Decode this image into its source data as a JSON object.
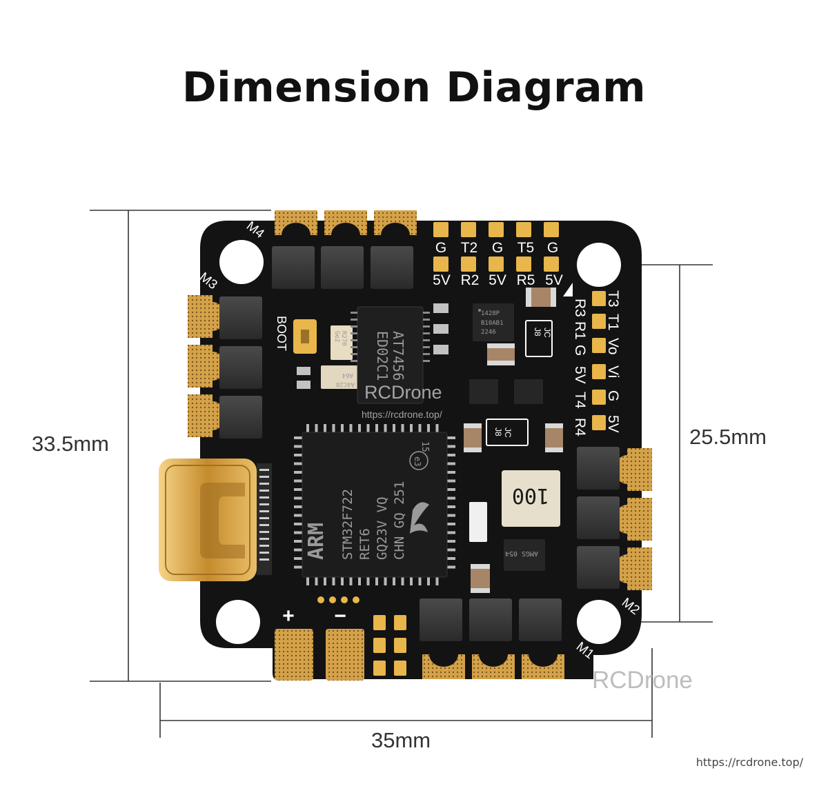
{
  "title": "Dimension Diagram",
  "dimensions": {
    "height_outer": "33.5mm",
    "height_mount": "25.5mm",
    "width": "35mm"
  },
  "motor_labels": [
    "M1",
    "M2",
    "M3",
    "M4"
  ],
  "top_pads": {
    "row1": [
      "G",
      "T2",
      "G",
      "T5",
      "G"
    ],
    "row2": [
      "5V",
      "R2",
      "5V",
      "R5",
      "5V"
    ]
  },
  "right_pads": {
    "inner": [
      "R3",
      "R1",
      "G",
      "5V",
      "T4",
      "R4"
    ],
    "outer": [
      "T3",
      "T1",
      "Vo",
      "Vi",
      "G",
      "5V"
    ]
  },
  "boot_label": "BOOT",
  "power_labels": {
    "plus": "+",
    "minus": "−"
  },
  "chips": {
    "mcu": [
      "ARM",
      "STM32F722",
      "RET6",
      "GQ23V VQ",
      "CHN GQ 251"
    ],
    "mcu_badges": [
      "e3",
      "15"
    ],
    "flash": [
      "AT7456",
      "ED02C1"
    ],
    "inductor": "100",
    "ic_small1": [
      "1428P",
      "B10AB1",
      "2246"
    ],
    "ic_small2": "AMGS 054",
    "crystal": [
      "R270",
      "Ge2"
    ],
    "small_part": [
      "A64",
      "A4C28"
    ],
    "jc_marks": [
      "J8",
      "JC"
    ]
  },
  "watermarks": {
    "center": "RCDrone",
    "center_url": "https://rcdrone.top/",
    "bottom": "RCDrone",
    "footer": "https://rcdrone.top/"
  },
  "colors": {
    "board": "#131313",
    "gold": "#d4a24a",
    "gold_dark": "#8a6420",
    "mosfet": "#3a3a3a",
    "dim_line": "#333333"
  }
}
